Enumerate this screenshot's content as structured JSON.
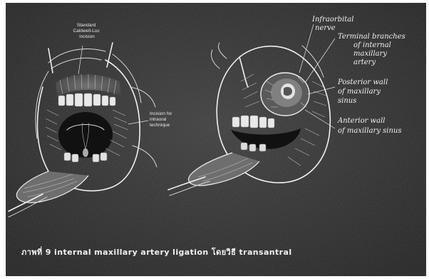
{
  "left_figure": {
    "labels": {
      "caldwell_luc_incision": [
        "Standard",
        "Caldwell-Luc",
        "incision"
      ],
      "intraoral_incision": [
        "Incision for",
        "intraoral",
        "technique"
      ]
    }
  },
  "right_figure": {
    "labels": {
      "infraorbital_nerve": [
        "Infraorbital",
        "nerve"
      ],
      "terminal_branches": [
        "Terminal branches",
        "of internal",
        "maxillary",
        "artery"
      ],
      "posterior_wall": [
        "Posterior wall",
        "of maxillary",
        "sinus"
      ],
      "anterior_wall": [
        "Anterior wall",
        "of maxillary sinus"
      ]
    }
  },
  "caption": "ภาพที่ 9 internal  maxillary  artery  ligation โดยวิธี  transantral"
}
